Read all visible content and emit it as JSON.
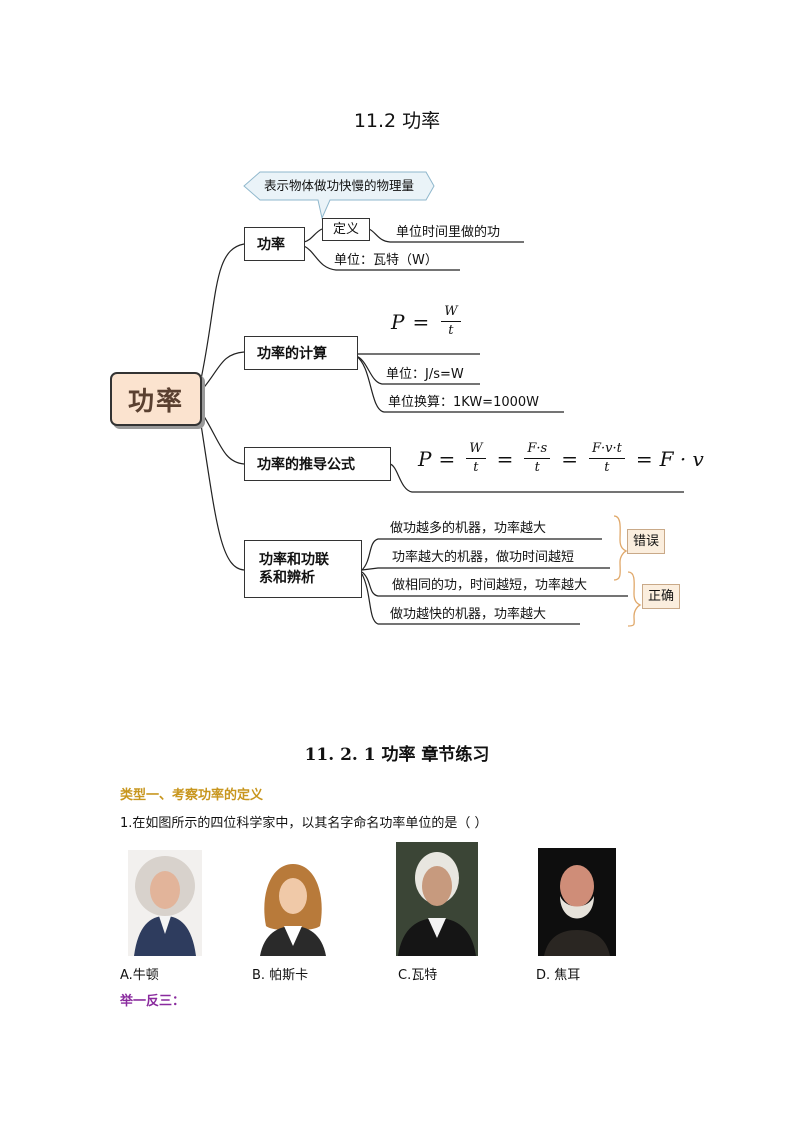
{
  "page": {
    "title": "11.2  功率"
  },
  "mindmap": {
    "root": "功率",
    "callout": "表示物体做功快慢的物理量",
    "branch1": {
      "label": "功率",
      "definition_tag": "定义",
      "definition_text": "单位时间里做的功",
      "unit_text": "单位：瓦特（W）"
    },
    "branch2": {
      "label": "功率的计算",
      "formula_P": "P",
      "formula_eq": "=",
      "formula_W": "W",
      "formula_t": "t",
      "unit_text": "单位：J/s=W",
      "conversion_text": "单位换算：1KW=1000W"
    },
    "branch3": {
      "label": "功率的推导公式",
      "P": "P",
      "eq": "=",
      "W": "W",
      "t": "t",
      "Fs": "F·s",
      "Fvt": "F·v·t",
      "Fv": "F · v"
    },
    "branch4": {
      "label_line1": "功率和功联",
      "label_line2": "系和辨析",
      "items": [
        "做功越多的机器，功率越大",
        "功率越大的机器，做功时间越短",
        "做相同的功，时间越短，功率越大",
        "做功越快的机器，功率越大"
      ],
      "wrong_tag": "错误",
      "right_tag": "正确"
    }
  },
  "section": {
    "title": "11. 2. 1 功率  章节练习",
    "type_heading": "类型一、考察功率的定义",
    "question": "1.在如图所示的四位科学家中，以其名字命名功率单位的是（   ）",
    "options": [
      "A.牛顿",
      "B.  帕斯卡",
      "C.瓦特",
      "D.  焦耳"
    ],
    "extend_heading": "举一反三："
  }
}
